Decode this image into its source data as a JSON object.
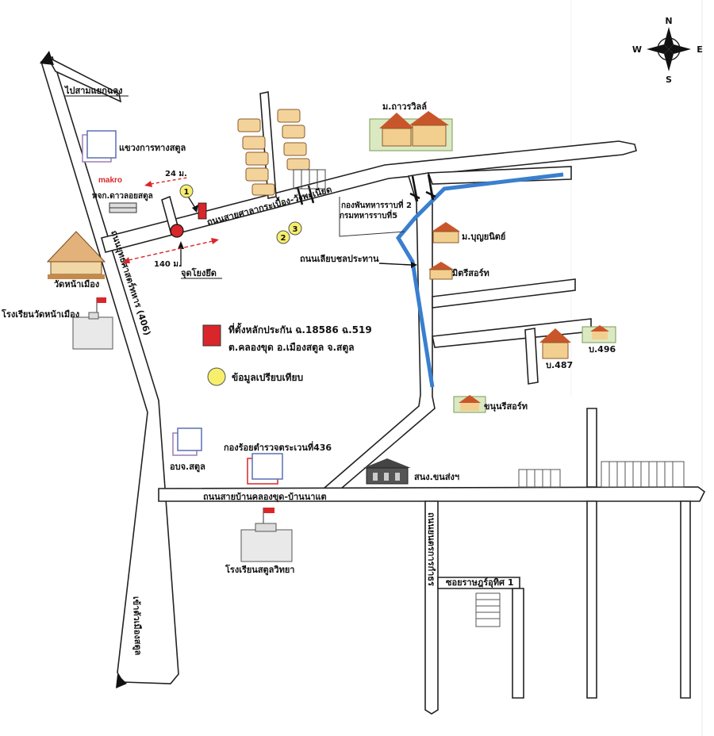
{
  "labels": {
    "to_junction": "ไปสามแยกฉลุง",
    "highway_office": "แขวงการทางสตูล",
    "makro": "makro",
    "shop": "หจก.ดาวลอยสตูล",
    "dist_24": "24 ม.",
    "dist_140": "140 ม.",
    "survey_point": "จุดโยงยึด",
    "road_main": "ถนนสายศาลากระเบื้อง-วังพะเนียด",
    "road_yutthanakrahan": "ถนนยุทธศาสตร์ทหาร (406)",
    "temple": "วัดหน้าเมือง",
    "school_temple": "โรงเรียนวัดหน้าเมือง",
    "regiment": "กองพันทหารราบที่ 2",
    "infantry": "กรมทหารราบที่5",
    "village_thaworn": "ม.ถาวรวิลล์",
    "village_boonyanit": "ม.บุญยนิตย์",
    "mitri_resort": "มิตรีสอร์ท",
    "road_bypass": "ถนนเลียบชลประทาน",
    "house_487": "บ.487",
    "house_496": "บ.496",
    "khanun_resort": "ขนุนรีสอร์ท",
    "police": "กองร้อยตำรวจตระเวนที่436",
    "obj": "อบจ.สตูล",
    "transport_office": "สนง.ขนส่งฯ",
    "road_khlongkhut": "ถนนสายบ้านคลองขุด-บ้านนาแต",
    "school_satun": "โรงเรียนสตูลวิทยา",
    "road_yontrakan": "ถนนยนตรการกำธร",
    "soi_rat": "ซอยราษฎร์อุทิศ 1",
    "to_city": "เข้าตัวเมืองสตูล"
  },
  "legend": {
    "property_line1": "ที่ตั้งหลักประกัน ฉ.18586 ฉ.519",
    "property_line2": "ต.คลองขุด  อ.เมืองสตูล  จ.สตูล",
    "comparison": "ข้อมูลเปรียบเทียบ"
  },
  "compass": {
    "n": "N",
    "s": "S",
    "e": "E",
    "w": "W"
  },
  "markers": {
    "m1": "1",
    "m2": "2",
    "m3": "3"
  },
  "colors": {
    "property": "#d9262b",
    "comparison": "#f7ef6b",
    "canal": "#3a7fcf",
    "direction_arrow": "#d9262b"
  }
}
